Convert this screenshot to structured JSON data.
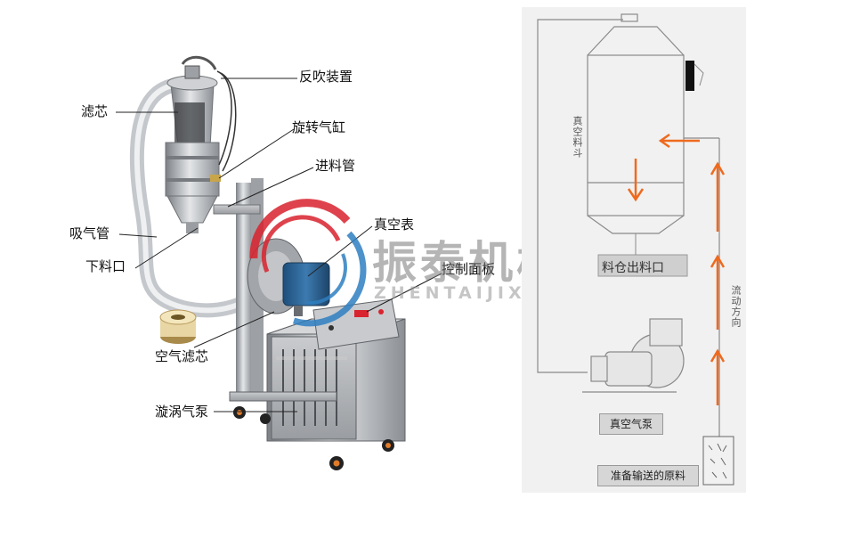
{
  "left_labels": {
    "back_blow": "反吹装置",
    "filter_core": "滤芯",
    "rotary_cylinder": "旋转气缸",
    "feed_pipe": "进料管",
    "vacuum_gauge": "真空表",
    "suction_pipe": "吸气管",
    "discharge_port": "下料口",
    "control_panel": "控制面板",
    "air_filter": "空气滤芯",
    "vortex_pump": "漩涡气泵"
  },
  "watermark": {
    "cn": "振泰机械",
    "en": "ZHENTAIJIXIE"
  },
  "right_labels": {
    "vacuum_hopper": "真空料斗",
    "hopper_outlet": "料仓出料口",
    "flow_direction": "流动方向",
    "vacuum_pump": "真空气泵",
    "raw_material": "准备输送的原料"
  },
  "colors": {
    "arrow": "#ee6a1f",
    "logo_red": "#d9232e",
    "logo_blue": "#2f7fc1",
    "metal": "#a9acb0"
  }
}
